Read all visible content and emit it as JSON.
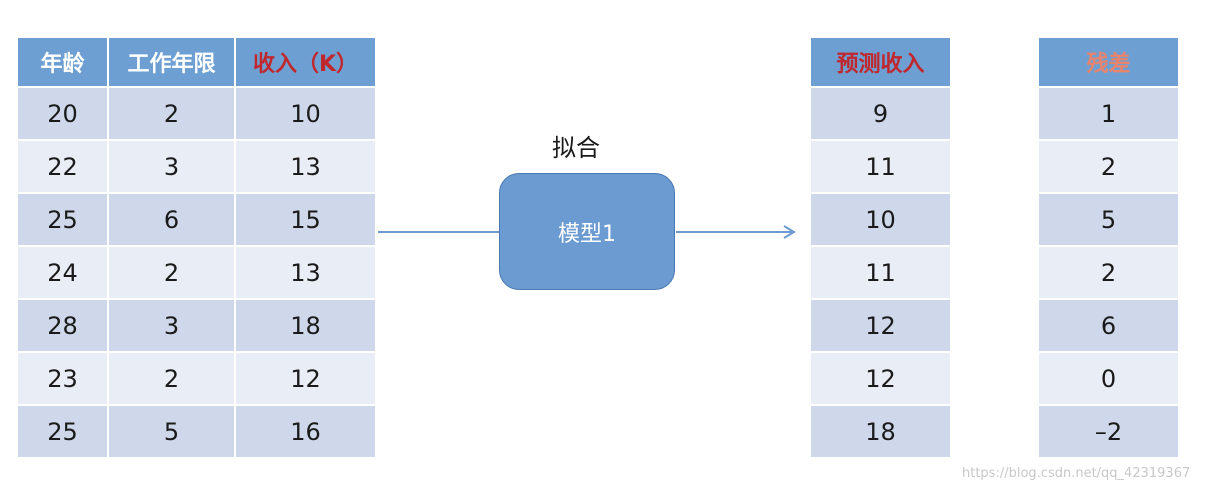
{
  "input_table": {
    "headers": [
      "年龄",
      "工作年限",
      "收入（K）"
    ],
    "rows": [
      [
        "20",
        "2",
        "10"
      ],
      [
        "22",
        "3",
        "13"
      ],
      [
        "25",
        "6",
        "15"
      ],
      [
        "24",
        "2",
        "13"
      ],
      [
        "28",
        "3",
        "18"
      ],
      [
        "23",
        "2",
        "12"
      ],
      [
        "25",
        "5",
        "16"
      ]
    ]
  },
  "fit_label": "拟合",
  "model_label": "模型1",
  "prediction_table": {
    "header": "预测收入",
    "values": [
      "9",
      "11",
      "10",
      "11",
      "12",
      "12",
      "18"
    ]
  },
  "residual_table": {
    "header": "残差",
    "values": [
      "1",
      "2",
      "5",
      "2",
      "6",
      "0",
      "–2"
    ]
  },
  "watermark": "https://blog.csdn.net/qq_42319367",
  "colors": {
    "header_bg": "#6d9fd3",
    "income_header_text": "#c0282d",
    "residual_header_text": "#e8836c",
    "model_box": "#6b9bd1",
    "arrow": "#6b9bd1"
  }
}
